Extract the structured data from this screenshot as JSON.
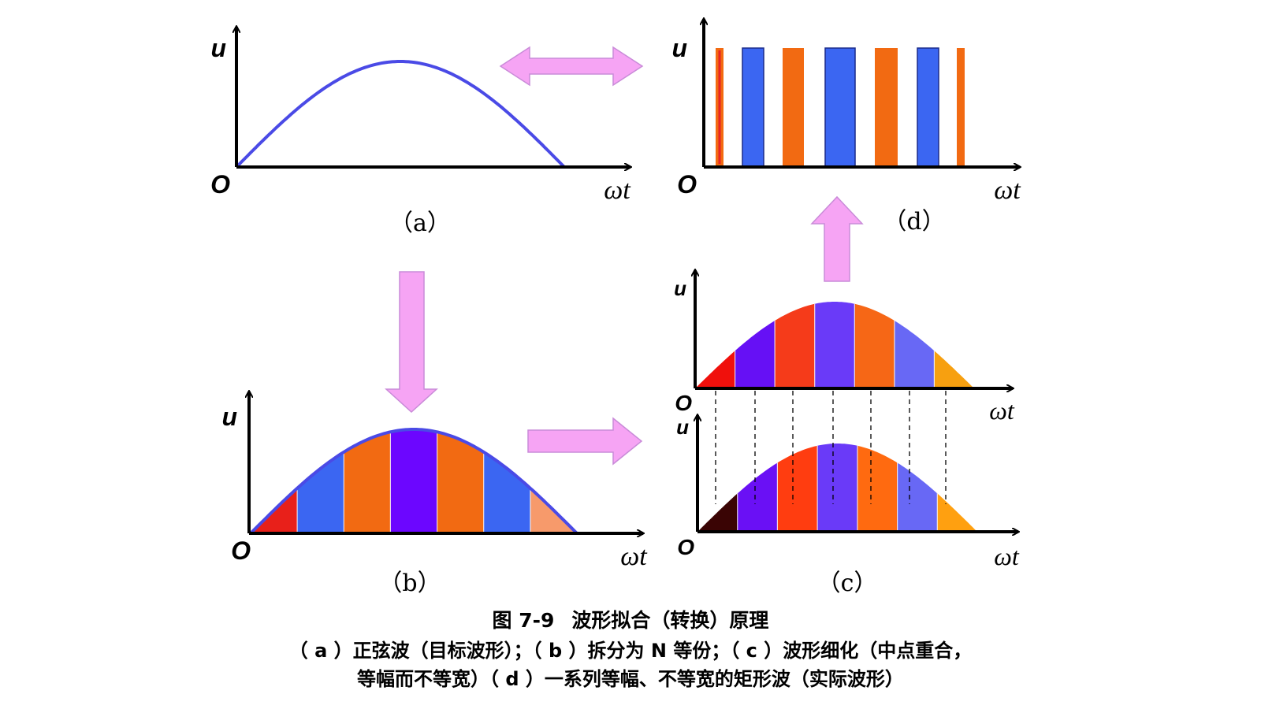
{
  "axes": {
    "y_label": "u",
    "x_label": "ωt",
    "origin_label": "O"
  },
  "panels": {
    "a": "（a）",
    "b": "（b）",
    "c": "（c）",
    "d": "（d）"
  },
  "caption": {
    "number": "图 7-9",
    "title": "波形拟合（转换）原理",
    "line1": "（ a ）正弦波（目标波形）；（ b ）拆分为 N 等份；（ c ）波形细化（中点重合，",
    "line2": "等幅而不等宽）（ d ）一系列等幅、不等宽的矩形波（实际波形）"
  },
  "colors": {
    "sine_curve": "#4a4ae6",
    "arrow_fill": "#f6a4f4",
    "arrow_stroke": "#c98bd8",
    "b_strips": [
      "#e8201a",
      "#3b66f2",
      "#f26a12",
      "#6c06ff",
      "#f26a12",
      "#3b66f2",
      "#f79a6b"
    ],
    "c_top_strips": [
      "#f0100c",
      "#6610f5",
      "#f53b1a",
      "#6a3af8",
      "#f66716",
      "#6868f5",
      "#f7a010"
    ],
    "c_bottom_strips": [
      "#3a0404",
      "#6a10f5",
      "#ff3d10",
      "#6a3af8",
      "#ff6a10",
      "#6868f5",
      "#ffa010"
    ],
    "d_pulses": [
      "#f26a12",
      "#3b66f2",
      "#f26a12",
      "#3b66f2",
      "#f26a12",
      "#3b66f2",
      "#f26a12"
    ],
    "d_pulse_inner_line": "#e82424"
  }
}
